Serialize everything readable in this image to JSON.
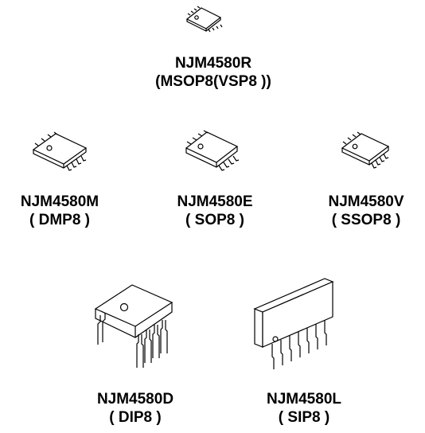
{
  "packages": [
    {
      "part": "NJM4580R",
      "package": "(MSOP8(VSP8 ))",
      "icon": "msop8-chip-icon"
    },
    {
      "part": "NJM4580M",
      "package": "( DMP8 )",
      "icon": "dmp8-chip-icon"
    },
    {
      "part": "NJM4580E",
      "package": "( SOP8 )",
      "icon": "sop8-chip-icon"
    },
    {
      "part": "NJM4580V",
      "package": "( SSOP8 )",
      "icon": "ssop8-chip-icon"
    },
    {
      "part": "NJM4580D",
      "package": "( DIP8 )",
      "icon": "dip8-chip-icon"
    },
    {
      "part": "NJM4580L",
      "package": "( SIP8 )",
      "icon": "sip8-chip-icon"
    }
  ]
}
